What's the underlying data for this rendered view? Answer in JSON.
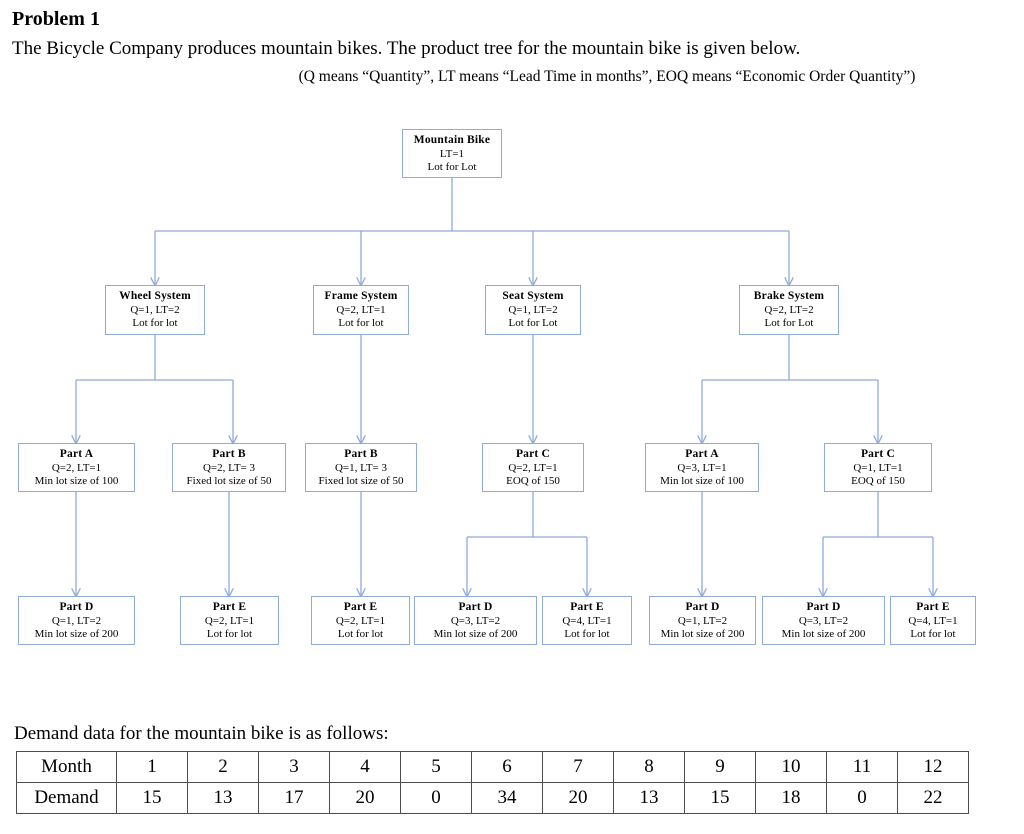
{
  "header": {
    "problem_title": "Problem 1",
    "intro": "The Bicycle Company produces mountain bikes. The product tree for the mountain bike is given below.",
    "legend": "(Q means “Quantity”, LT means “Lead Time in months”, EOQ means “Economic Order Quantity”)"
  },
  "colors": {
    "connector": "#8faadc",
    "node_border": "#8faadc",
    "table_border": "#4d4d4d",
    "text": "#000000",
    "background": "#ffffff"
  },
  "tree": {
    "root": {
      "title": "Mountain  Bike",
      "qlt": "LT=1",
      "rule": "Lot for Lot"
    },
    "level2": [
      {
        "title": "Wheel System",
        "qlt": "Q=1, LT=2",
        "rule": "Lot for  lot"
      },
      {
        "title": "Frame  System",
        "qlt": "Q=2, LT=1",
        "rule": "Lot for lot"
      },
      {
        "title": "Seat System",
        "qlt": "Q=1, LT=2",
        "rule": "Lot for Lot"
      },
      {
        "title": "Brake System",
        "qlt": "Q=2, LT=2",
        "rule": "Lot for Lot"
      }
    ],
    "level3": [
      {
        "title": "Part A",
        "qlt": "Q=2, LT=1",
        "rule": "Min lot size of 100"
      },
      {
        "title": "Part B",
        "qlt": "Q=2, LT= 3",
        "rule": "Fixed lot size of 50"
      },
      {
        "title": "Part B",
        "qlt": "Q=1, LT= 3",
        "rule": "Fixed lot size of 50"
      },
      {
        "title": "Part C",
        "qlt": "Q=2, LT=1",
        "rule": "EOQ of 150"
      },
      {
        "title": "Part A",
        "qlt": "Q=3,  LT=1",
        "rule": "Min lot size of 100"
      },
      {
        "title": "Part C",
        "qlt": "Q=1, LT=1",
        "rule": "EOQ  of 150"
      }
    ],
    "level4": [
      {
        "title": "Part D",
        "qlt": "Q=1, LT=2",
        "rule": "Min lot size of 200"
      },
      {
        "title": "Part E",
        "qlt": "Q=2, LT=1",
        "rule": "Lot for lot"
      },
      {
        "title": "Part E",
        "qlt": "Q=2, LT=1",
        "rule": "Lot for lot"
      },
      {
        "title": "Part D",
        "qlt": "Q=3, LT=2",
        "rule": "Min lot size of 200"
      },
      {
        "title": "Part E",
        "qlt": "Q=4, LT=1",
        "rule": "Lot for lot"
      },
      {
        "title": "Part D",
        "qlt": "Q=1, LT=2",
        "rule": "Min lot size of 200"
      },
      {
        "title": "Part D",
        "qlt": "Q=3, LT=2",
        "rule": "Min lot size of 200"
      },
      {
        "title": "Part E",
        "qlt": "Q=4, LT=1",
        "rule": "Lot for lot"
      }
    ]
  },
  "demand": {
    "caption": "Demand data for the mountain bike is as follows:",
    "row_labels": [
      "Month",
      "Demand"
    ],
    "months": [
      "1",
      "2",
      "3",
      "4",
      "5",
      "6",
      "7",
      "8",
      "9",
      "10",
      "11",
      "12"
    ],
    "values": [
      "15",
      "13",
      "17",
      "20",
      "0",
      "34",
      "20",
      "13",
      "15",
      "18",
      "0",
      "22"
    ]
  }
}
